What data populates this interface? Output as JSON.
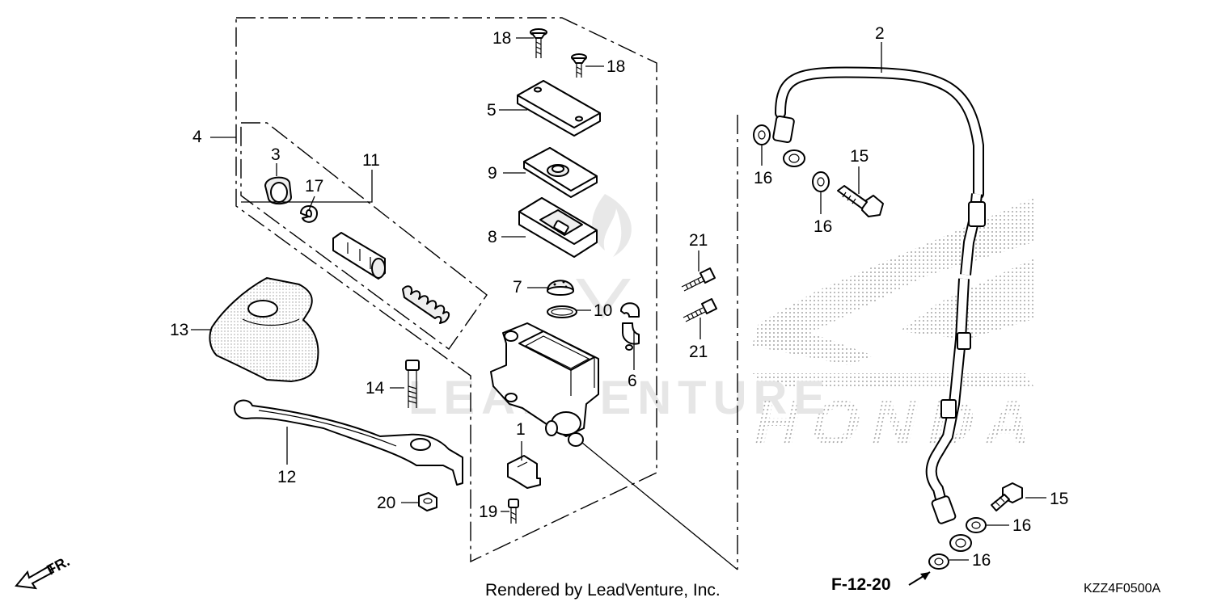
{
  "callouts": {
    "c1": "1",
    "c2": "2",
    "c3": "3",
    "c4": "4",
    "c5": "5",
    "c6": "6",
    "c7": "7",
    "c8": "8",
    "c9": "9",
    "c10": "10",
    "c11": "11",
    "c12": "12",
    "c13": "13",
    "c14": "14",
    "c15a": "15",
    "c15b": "15",
    "c16a": "16",
    "c16b": "16",
    "c16c": "16",
    "c16d": "16",
    "c17": "17",
    "c18a": "18",
    "c18b": "18",
    "c19": "19",
    "c20": "20",
    "c21a": "21",
    "c21b": "21"
  },
  "footer": {
    "credit": "Rendered by LeadVenture, Inc.",
    "ref": "F-12-20",
    "code": "KZZ4F0500A",
    "front_label": "FR."
  },
  "watermarks": {
    "leadventure": "LEADVENTURE",
    "honda": "HONDA"
  }
}
